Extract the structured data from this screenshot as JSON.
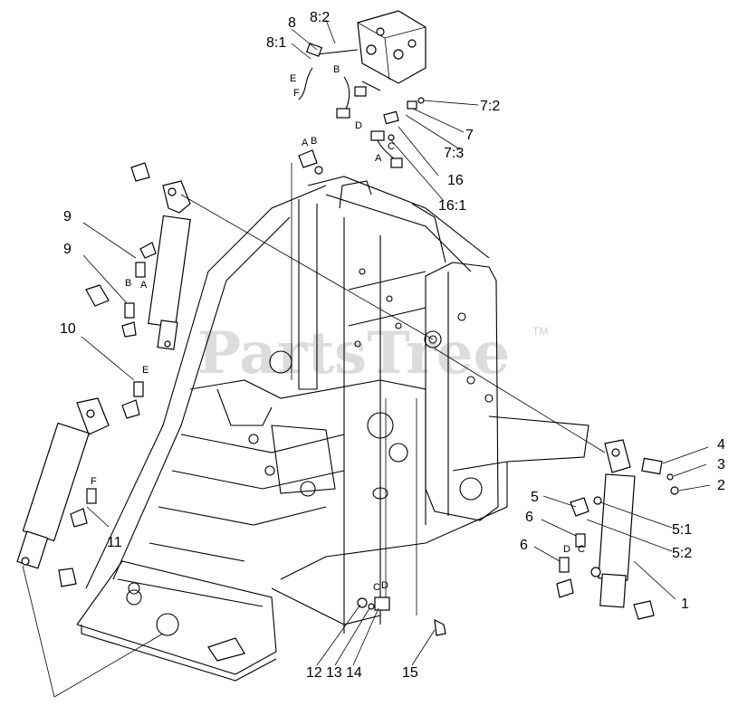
{
  "watermark": {
    "text": "PartsTree",
    "trademark": "TM"
  },
  "callouts": [
    {
      "id": "c-8",
      "text": "8"
    },
    {
      "id": "c-8-2",
      "text": "8:2"
    },
    {
      "id": "c-8-1",
      "text": "8:1"
    },
    {
      "id": "c-7-2",
      "text": "7:2"
    },
    {
      "id": "c-7",
      "text": "7"
    },
    {
      "id": "c-7-3",
      "text": "7:3"
    },
    {
      "id": "c-16",
      "text": "16"
    },
    {
      "id": "c-16-1",
      "text": "16:1"
    },
    {
      "id": "c-9a",
      "text": "9"
    },
    {
      "id": "c-9b",
      "text": "9"
    },
    {
      "id": "c-10",
      "text": "10"
    },
    {
      "id": "c-11",
      "text": "11"
    },
    {
      "id": "c-4",
      "text": "4"
    },
    {
      "id": "c-3",
      "text": "3"
    },
    {
      "id": "c-2",
      "text": "2"
    },
    {
      "id": "c-5",
      "text": "5"
    },
    {
      "id": "c-5-1",
      "text": "5:1"
    },
    {
      "id": "c-5-2",
      "text": "5:2"
    },
    {
      "id": "c-6a",
      "text": "6"
    },
    {
      "id": "c-6b",
      "text": "6"
    },
    {
      "id": "c-1",
      "text": "1"
    },
    {
      "id": "c-12",
      "text": "12"
    },
    {
      "id": "c-13",
      "text": "13"
    },
    {
      "id": "c-14",
      "text": "14"
    },
    {
      "id": "c-15",
      "text": "15"
    }
  ],
  "port_letters": {
    "top_e": "E",
    "top_f": "F",
    "top_b": "B",
    "top_d": "D",
    "top_c": "C",
    "top_a": "A",
    "mid_a": "A",
    "mid_b": "B",
    "left_b": "B",
    "left_a": "A",
    "left_e": "E",
    "left_f": "F",
    "right_d": "D",
    "right_c": "C",
    "bottom_c": "C",
    "bottom_d": "D"
  }
}
